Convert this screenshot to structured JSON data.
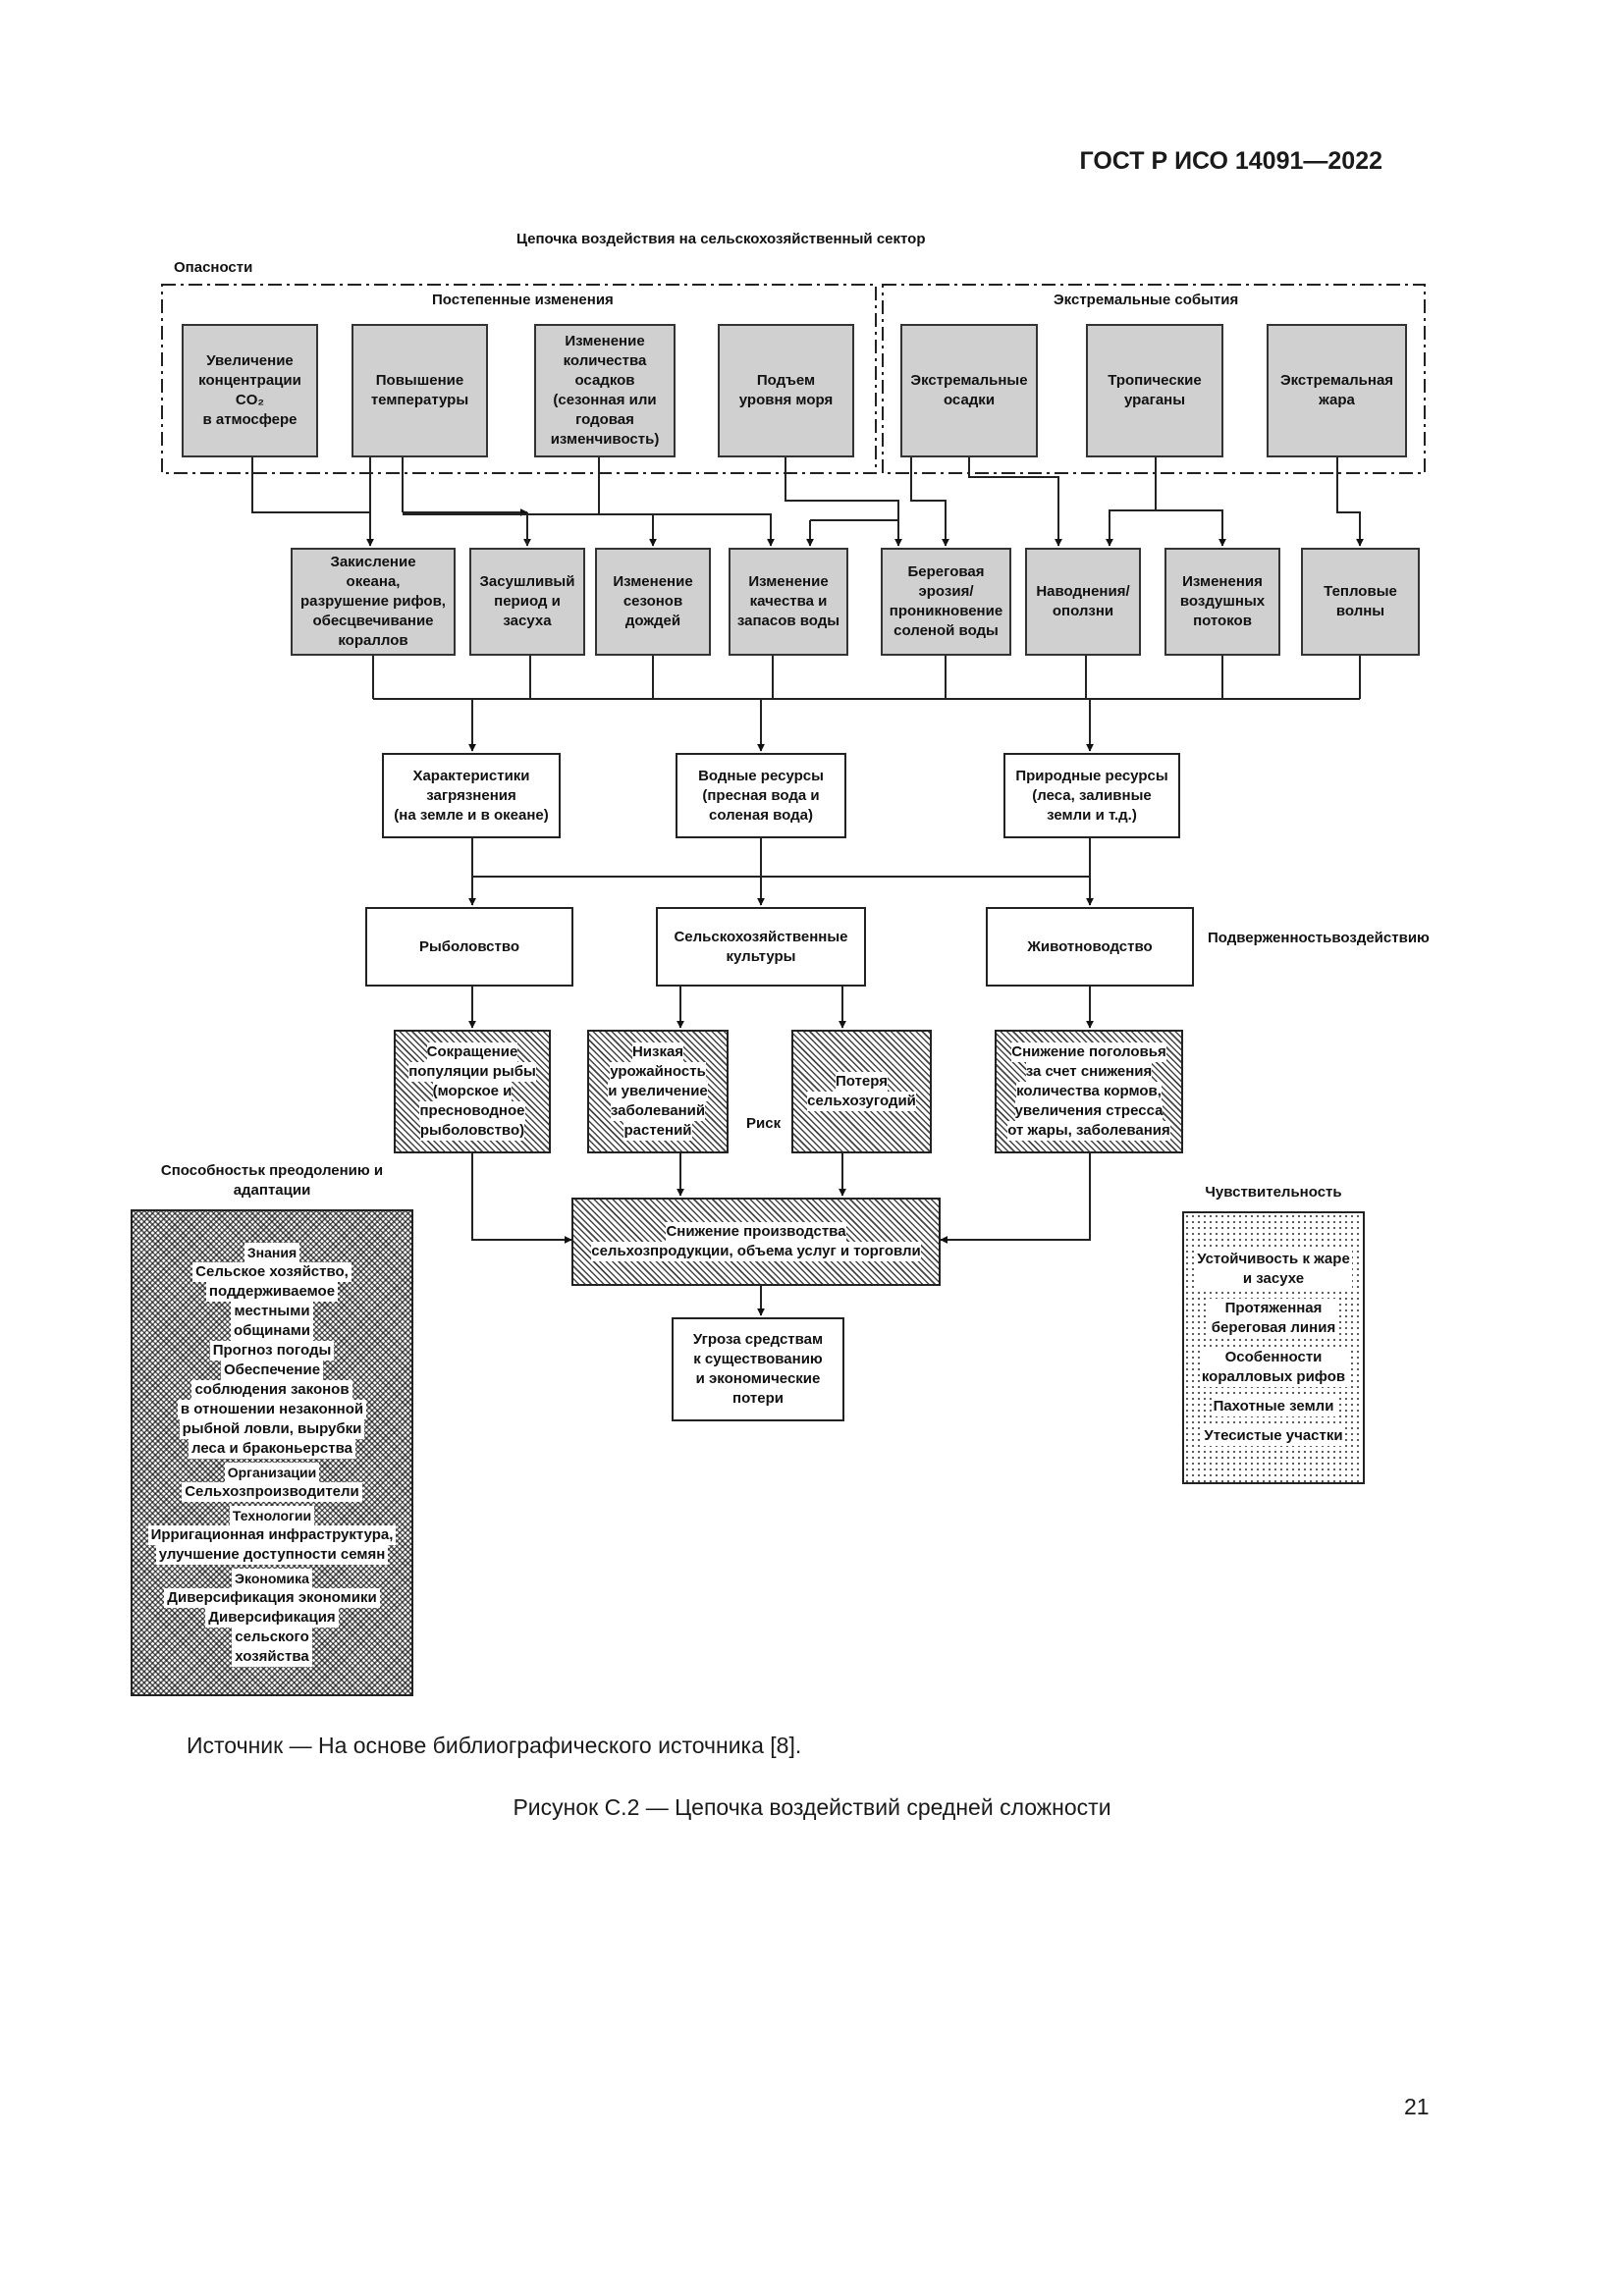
{
  "page": {
    "standard": "ГОСТ Р ИСО 14091—2022",
    "source_note": "Источник — На основе библиографического источника [8].",
    "figure_caption": "Рисунок С.2 — Цепочка воздействий средней сложности",
    "page_number": "21"
  },
  "diagram": {
    "title": "Цепочка воздействия на сельскохозяйственный сектор",
    "hazards_label": "Опасности",
    "gradual_label": "Постепенные изменения",
    "extreme_label": "Экстремальные события",
    "hazards": [
      {
        "lines": [
          "Увеличение",
          "концентрации",
          "CO₂",
          "в атмосфере"
        ]
      },
      {
        "lines": [
          "Повышение",
          "температуры"
        ]
      },
      {
        "lines": [
          "Изменение",
          "количества",
          "осадков",
          "(сезонная или",
          "годовая",
          "изменчивость)"
        ]
      },
      {
        "lines": [
          "Подъем",
          "уровня моря"
        ]
      },
      {
        "lines": [
          "Экстремальные",
          "осадки"
        ]
      },
      {
        "lines": [
          "Тропические",
          "ураганы"
        ]
      },
      {
        "lines": [
          "Экстремальная",
          "жара"
        ]
      }
    ],
    "impacts": [
      {
        "lines": [
          "Закисление",
          "океана,",
          "разрушение рифов,",
          "обесцвечивание",
          "кораллов"
        ]
      },
      {
        "lines": [
          "Засушливый",
          "период и",
          "засуха"
        ]
      },
      {
        "lines": [
          "Изменение",
          "сезонов",
          "дождей"
        ]
      },
      {
        "lines": [
          "Изменение",
          "качества и",
          "запасов воды"
        ]
      },
      {
        "lines": [
          "Береговая",
          "эрозия/",
          "проникновение",
          "соленой воды"
        ]
      },
      {
        "lines": [
          "Наводнения/",
          "оползни"
        ]
      },
      {
        "lines": [
          "Изменения",
          "воздушных",
          "потоков"
        ]
      },
      {
        "lines": [
          "Тепловые",
          "волны"
        ]
      }
    ],
    "resources": [
      {
        "lines": [
          "Характеристики",
          "загрязнения",
          "(на земле и в океане)"
        ]
      },
      {
        "lines": [
          "Водные ресурсы",
          "(пресная вода и",
          "соленая вода)"
        ]
      },
      {
        "lines": [
          "Природные ресурсы",
          "(леса, заливные",
          "земли и т.д.)"
        ]
      }
    ],
    "exposure_label": [
      "Подверженность",
      "воздействию"
    ],
    "sectors": [
      {
        "lines": [
          "Рыболовство"
        ]
      },
      {
        "lines": [
          "Сельскохозяйственные",
          "культуры"
        ]
      },
      {
        "lines": [
          "Животноводство"
        ]
      }
    ],
    "risk_label": "Риск",
    "risks": [
      {
        "lines": [
          "Сокращение",
          "популяции рыбы",
          "(морское и",
          "пресноводное",
          "рыболовство)"
        ]
      },
      {
        "lines": [
          "Низкая",
          "урожайность",
          "и увеличение",
          "заболеваний",
          "растений"
        ]
      },
      {
        "lines": [
          "Потеря",
          "сельхозугодий"
        ]
      },
      {
        "lines": [
          "Снижение поголовья",
          "за счет снижения",
          "количества кормов,",
          "увеличения стресса",
          "от жары, заболевания"
        ]
      }
    ],
    "production": {
      "lines": [
        "Снижение производства",
        "сельхозпродукции, объема услуг и торговли"
      ]
    },
    "threat": {
      "lines": [
        "Угроза средствам",
        "к существованию",
        "и экономические",
        "потери"
      ]
    },
    "capacity": {
      "title": [
        "Способность",
        "к преодолению и адаптации"
      ],
      "groups": [
        {
          "heading": "Знания",
          "lines": [
            "Сельское хозяйство,",
            "поддерживаемое",
            "местными",
            "общинами",
            "Прогноз погоды",
            "Обеспечение",
            "соблюдения законов",
            "в отношении незаконной",
            "рыбной ловли, вырубки",
            "леса и браконьерства"
          ]
        },
        {
          "heading": "Организации",
          "lines": [
            "Сельхозпроизводители"
          ]
        },
        {
          "heading": "Технологии",
          "lines": [
            "Ирригационная инфраструктура,",
            "улучшение доступности семян"
          ]
        },
        {
          "heading": "Экономика",
          "lines": [
            "Диверсификация экономики",
            "Диверсификация",
            "сельского",
            "хозяйства"
          ]
        }
      ]
    },
    "sensitivity": {
      "title": "Чувствительность",
      "items": [
        [
          "Устойчивость к жаре",
          "и засухе"
        ],
        [
          "Протяженная",
          "береговая линия"
        ],
        [
          "Особенности",
          "коралловых рифов"
        ],
        [
          "Пахотные земли"
        ],
        [
          "Утесистые участки"
        ]
      ]
    }
  }
}
